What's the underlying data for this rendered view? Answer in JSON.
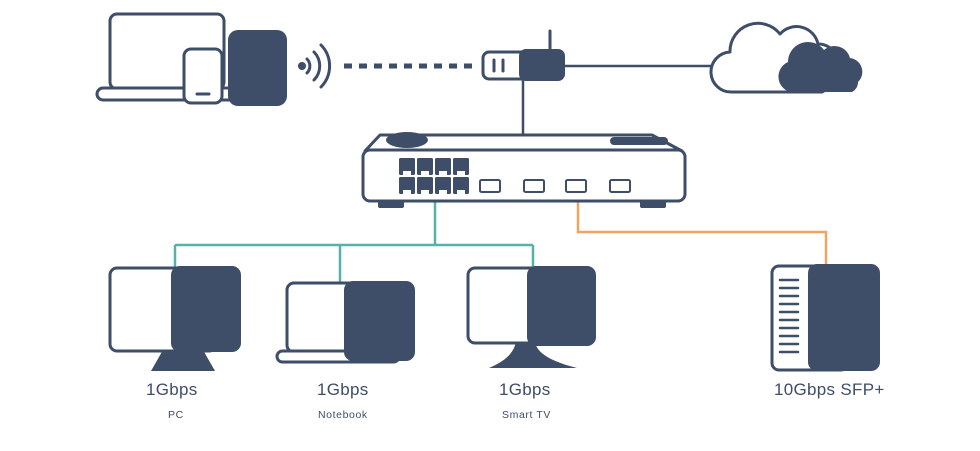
{
  "diagram": {
    "type": "network-topology",
    "colors": {
      "navy": "#3e4d68",
      "teal": "#57b1a9",
      "orange": "#f0a55f",
      "background": "#ffffff"
    },
    "icons": [
      "laptop-icon",
      "smartphone-icon",
      "tablet-icon",
      "wifi-signal-icon",
      "wireless-router-icon",
      "cloud-icon",
      "network-switch-icon",
      "monitor-icon",
      "notebook-icon",
      "smart-tv-icon",
      "nas-icon"
    ],
    "links": [
      {
        "from": "client-devices",
        "to": "wireless-router",
        "style": "dashed",
        "color": "navy"
      },
      {
        "from": "wireless-router",
        "to": "cloud",
        "style": "solid",
        "color": "navy"
      },
      {
        "from": "wireless-router",
        "to": "switch",
        "style": "solid",
        "color": "navy"
      },
      {
        "from": "switch",
        "to": "pc",
        "color": "teal"
      },
      {
        "from": "switch",
        "to": "notebook",
        "color": "teal"
      },
      {
        "from": "switch",
        "to": "smart-tv",
        "color": "teal"
      },
      {
        "from": "switch",
        "to": "nas",
        "color": "orange"
      }
    ],
    "endpoints": [
      {
        "id": "pc",
        "speed": "1Gbps",
        "label": "PC"
      },
      {
        "id": "notebook",
        "speed": "1Gbps",
        "label": "Notebook"
      },
      {
        "id": "smart-tv",
        "speed": "1Gbps",
        "label": "Smart TV"
      },
      {
        "id": "nas",
        "speed": "10Gbps SFP+"
      }
    ]
  }
}
